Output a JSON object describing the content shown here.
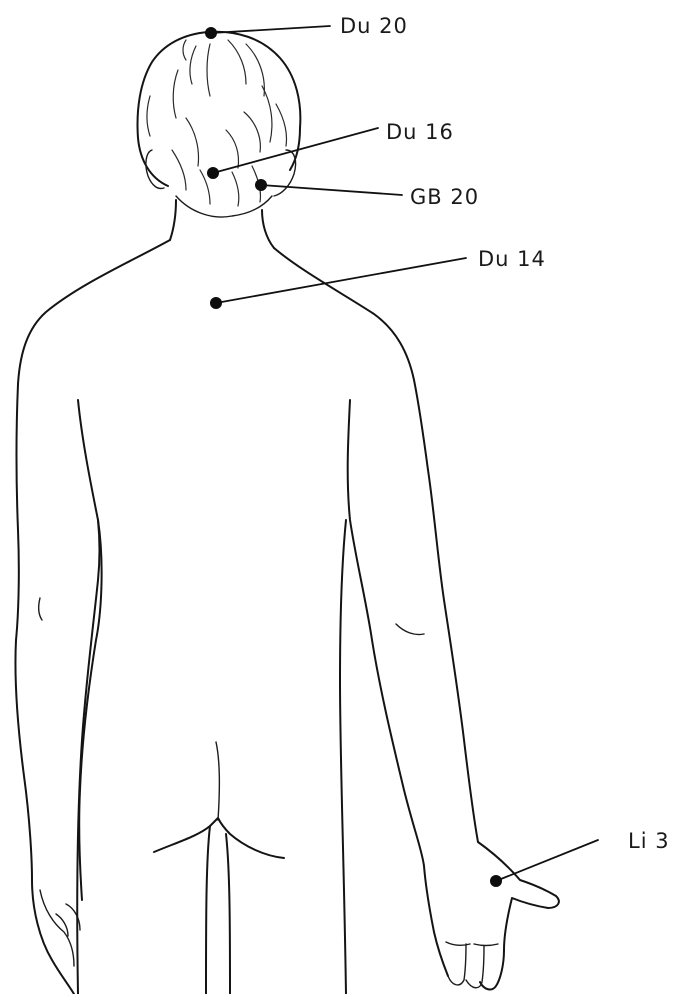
{
  "acupoints": [
    {
      "id": "du20",
      "label": "Du 20"
    },
    {
      "id": "du16",
      "label": "Du 16"
    },
    {
      "id": "gb20",
      "label": "GB 20"
    },
    {
      "id": "du14",
      "label": "Du 14"
    },
    {
      "id": "li3",
      "label": "Li 3"
    }
  ]
}
